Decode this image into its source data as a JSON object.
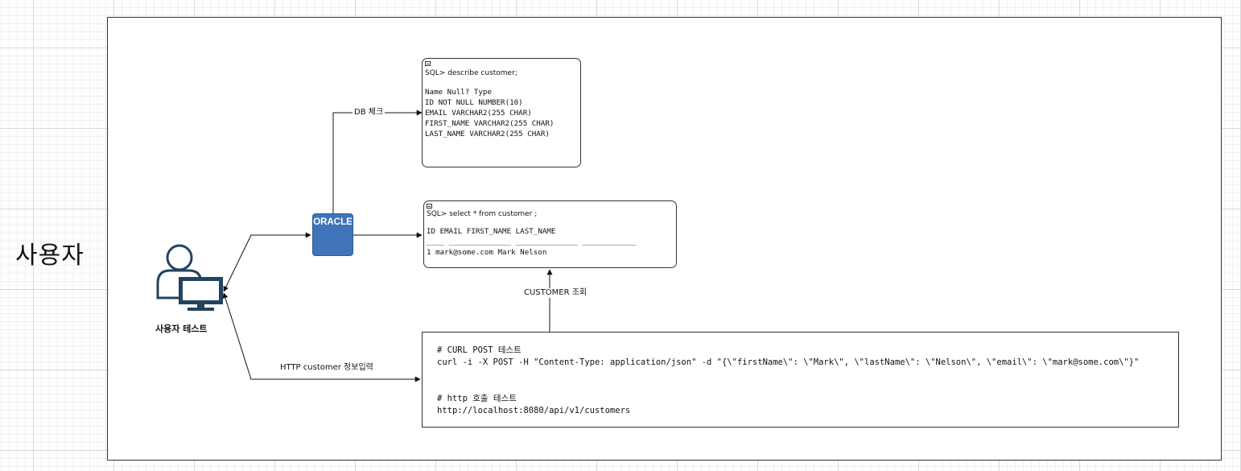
{
  "side_title": "사용자",
  "user_label": "사용자 테스트",
  "oracle_label": "ORACLE",
  "edges": {
    "db_check": "DB 체크",
    "customer_query": "CUSTOMER 조회",
    "http_input": "HTTP customer 정보입력"
  },
  "describe_box": {
    "prompt": "SQL> describe customer;",
    "lines": "Name Null? Type\nID NOT NULL NUMBER(10)\nEMAIL VARCHAR2(255 CHAR)\nFIRST_NAME VARCHAR2(255 CHAR)\nLAST_NAME VARCHAR2(255 CHAR)"
  },
  "select_box": {
    "prompt": "SQL> select * from customer ;",
    "lines": "ID EMAIL FIRST_NAME LAST_NAME\n____ ______________ ______________ ____________\n1 mark@some.com Mark Nelson"
  },
  "curl_box": {
    "text": "# CURL POST 테스트\ncurl -i -X POST -H \"Content-Type: application/json\" -d \"{\\\"firstName\\\": \\\"Mark\\\", \\\"lastName\\\": \\\"Nelson\\\", \\\"email\\\": \\\"mark@some.com\\\"}\"\n\n\n# http 호출 테스트\nhttp://localhost:8080/api/v1/customers"
  },
  "colors": {
    "oracle_blue": "#3f74b8",
    "user_icon": "#23435f"
  }
}
